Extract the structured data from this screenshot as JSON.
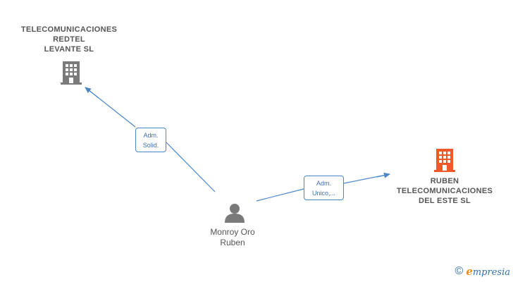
{
  "colors": {
    "edge": "#4a86c8",
    "node_gray": "#7a7a7a",
    "node_highlight": "#f05a28",
    "text_gray": "#555555"
  },
  "companies": [
    {
      "name": "TELECOMUNICACIONES\nREDTEL\nLEVANTE  SL",
      "icon": "building-icon",
      "highlight": false
    },
    {
      "name": "RUBEN\nTELECOMUNICACIONES\nDEL ESTE  SL",
      "icon": "building-icon",
      "highlight": true
    }
  ],
  "person": {
    "name": "Monroy Oro\nRuben",
    "icon": "person-icon"
  },
  "relations": [
    {
      "label": "Adm.\nSolid.",
      "from": "person",
      "to": "company-0"
    },
    {
      "label": "Adm.\nUnico,...",
      "from": "person",
      "to": "company-1"
    }
  ],
  "brand": {
    "copyright": "©",
    "e": "e",
    "rest": "mpresia"
  }
}
